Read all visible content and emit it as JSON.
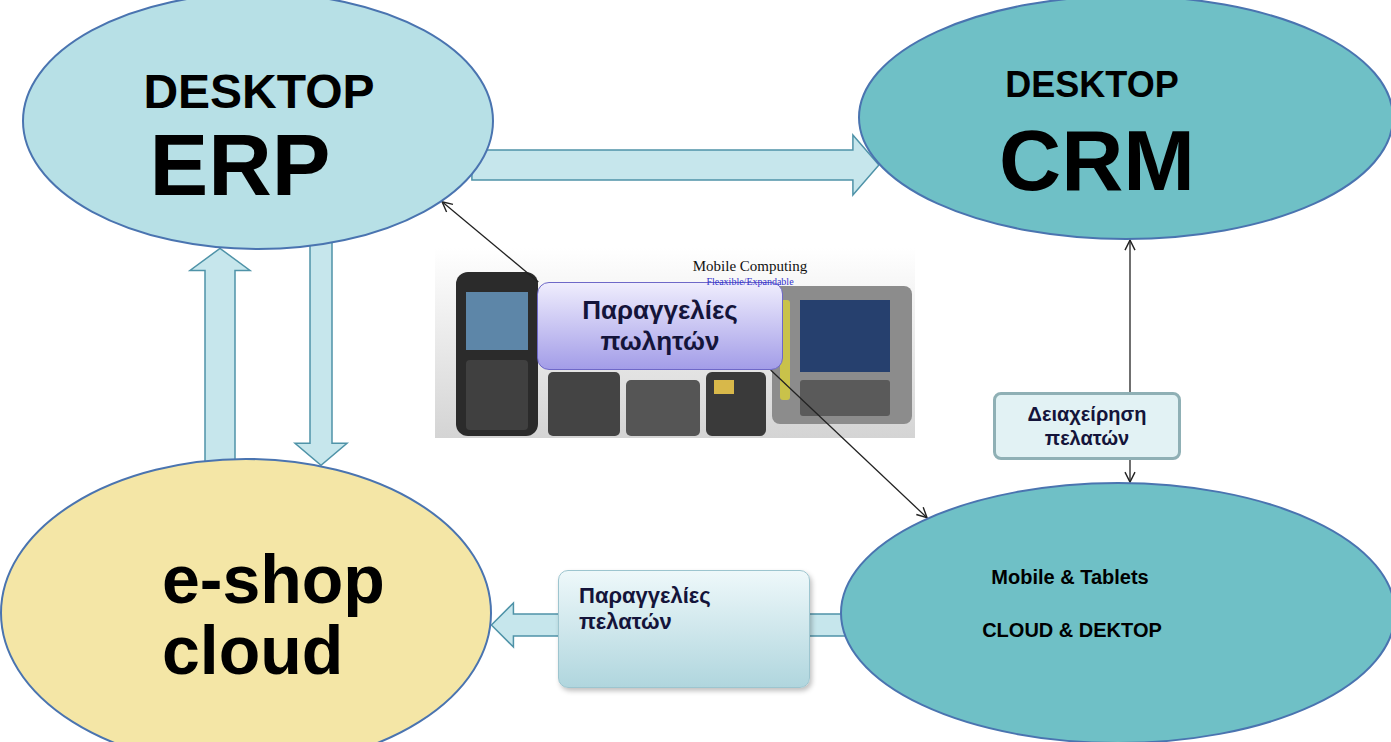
{
  "diagram": {
    "nodes": [
      {
        "text": [
          "DESKTOP",
          "ERP"
        ]
      },
      {
        "text": [
          "DESKTOP",
          "CRM"
        ]
      },
      {
        "text": [
          "Παραγγελίες πωλητών"
        ]
      },
      {
        "text": [
          "Δειαχείρηση πελατών"
        ]
      },
      {
        "text": [
          "e-shop cloud"
        ]
      },
      {
        "text": [
          "Παραγγελίες πελατών"
        ]
      },
      {
        "text": [
          "Mobile & Tablets",
          "CLOUD & DEKTOP"
        ]
      }
    ],
    "edges": [
      {
        "from": 0,
        "to": 1,
        "arrow": "to"
      },
      {
        "from": 4,
        "to": 0,
        "arrow": "to"
      },
      {
        "from": 0,
        "to": 4,
        "arrow": "to"
      },
      {
        "from": 2,
        "to": 0,
        "arrow": "to"
      },
      {
        "from": 2,
        "to": 6,
        "arrow": "to"
      },
      {
        "from": 3,
        "to": 1,
        "arrow": "to"
      },
      {
        "from": 3,
        "to": 6,
        "arrow": "to"
      },
      {
        "from": 6,
        "to": 5,
        "arrow": "none"
      },
      {
        "from": 5,
        "to": 4,
        "arrow": "to"
      }
    ],
    "labels": [
      "Mobile Computing",
      "Fleaxible/Expandable"
    ]
  }
}
